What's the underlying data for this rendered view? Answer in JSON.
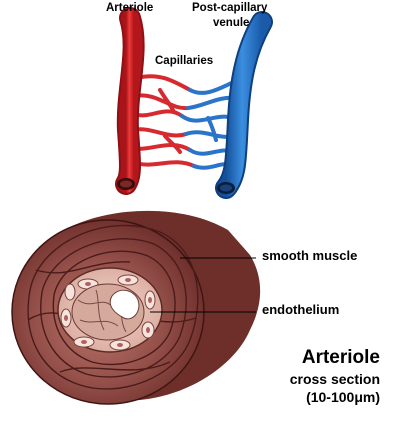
{
  "labels": {
    "arteriole": "Arteriole",
    "venule_line1": "Post-capillary",
    "venule_line2": "venule",
    "capillaries": "Capillaries",
    "smooth_muscle": "smooth muscle",
    "endothelium": "endothelium",
    "title": "Arteriole",
    "subtitle": "cross section",
    "size": "(10-100μm)"
  },
  "colors": {
    "artery_red": "#e0262b",
    "vein_blue": "#1f6fc8",
    "muscle_brown": "#8a3f3a",
    "endothelium_pink": "#e8bcb0",
    "lumen_white": "#ffffff"
  }
}
